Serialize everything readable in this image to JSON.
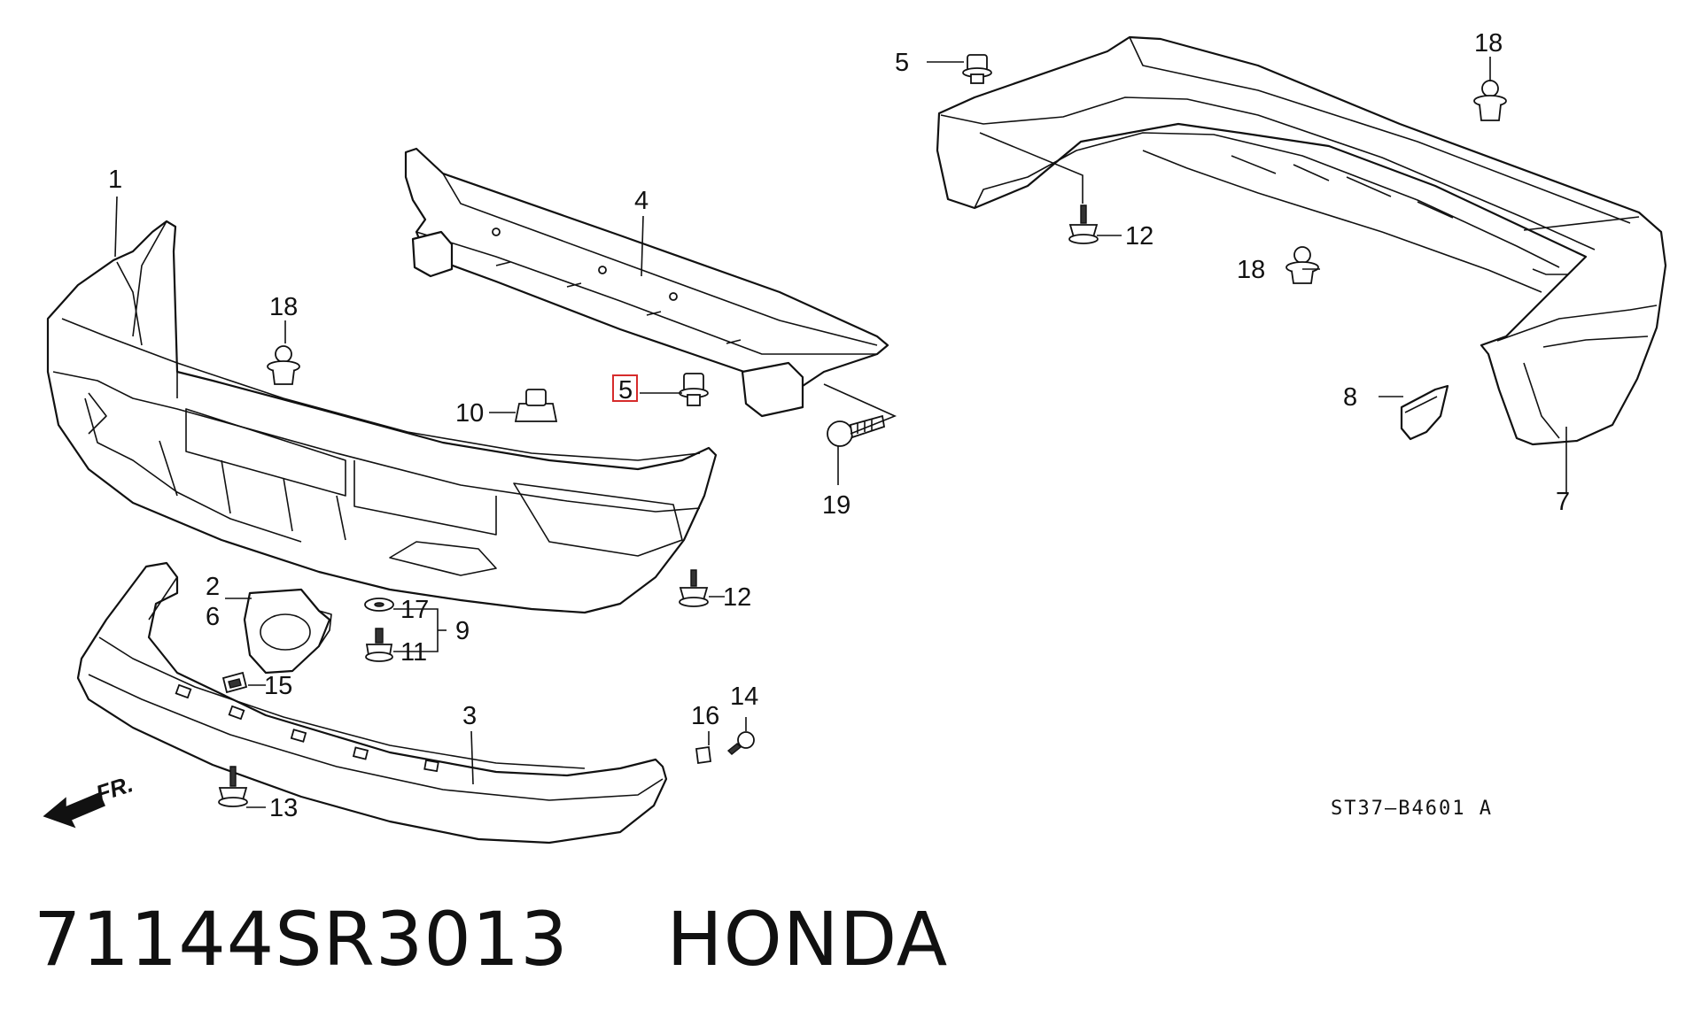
{
  "caption": {
    "part_number": "71144SR3013",
    "brand": "HONDA",
    "text": "71144SR3013    HONDA"
  },
  "diagram_code": "ST37–B4601 A",
  "direction_marker": "FR.",
  "highlight_color": "#d62b2b",
  "callouts": [
    {
      "id": "c1",
      "label": "1",
      "part": "front-bumper-face"
    },
    {
      "id": "c2",
      "label": "2",
      "part": "fog-light-bezel"
    },
    {
      "id": "c3",
      "label": "3",
      "part": "front-spoiler"
    },
    {
      "id": "c4",
      "label": "4",
      "part": "front-reinforcement-beam"
    },
    {
      "id": "c5a",
      "label": "5",
      "part": "top-clip"
    },
    {
      "id": "c5b",
      "label": "5",
      "part": "clip",
      "highlighted": true
    },
    {
      "id": "c6",
      "label": "6",
      "part": "fog-light-bezel"
    },
    {
      "id": "c7",
      "label": "7",
      "part": "rear-bumper-face"
    },
    {
      "id": "c8",
      "label": "8",
      "part": "side-spacer"
    },
    {
      "id": "c9",
      "label": "9",
      "part": "bolt-washer-set"
    },
    {
      "id": "c10",
      "label": "10",
      "part": "clip-nut"
    },
    {
      "id": "c11",
      "label": "11",
      "part": "bolt"
    },
    {
      "id": "c12a",
      "label": "12",
      "part": "screw"
    },
    {
      "id": "c12b",
      "label": "12",
      "part": "screw"
    },
    {
      "id": "c13",
      "label": "13",
      "part": "screw"
    },
    {
      "id": "c14",
      "label": "14",
      "part": "screw"
    },
    {
      "id": "c15",
      "label": "15",
      "part": "clip-nut"
    },
    {
      "id": "c16",
      "label": "16",
      "part": "clip-nut"
    },
    {
      "id": "c17",
      "label": "17",
      "part": "washer"
    },
    {
      "id": "c18a",
      "label": "18",
      "part": "push-clip"
    },
    {
      "id": "c18b",
      "label": "18",
      "part": "push-clip"
    },
    {
      "id": "c18c",
      "label": "18",
      "part": "push-clip"
    },
    {
      "id": "c19",
      "label": "19",
      "part": "flange-bolt"
    }
  ]
}
